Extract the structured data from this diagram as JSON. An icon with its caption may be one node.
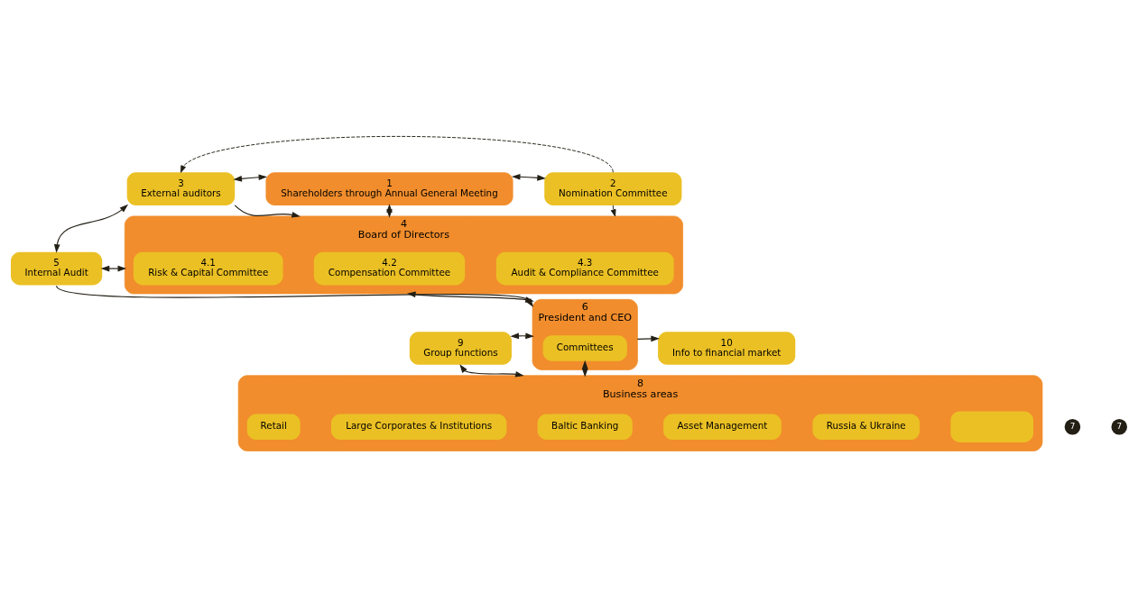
{
  "diagram": {
    "nodes": [
      {
        "text": [
          "1",
          "Shareholders through Annual General Meeting"
        ]
      },
      {
        "text": [
          "2",
          "Nomination Committee"
        ]
      },
      {
        "text": [
          "3",
          "External auditors"
        ]
      },
      {
        "text": [
          "4",
          "Board of Directors"
        ]
      },
      {
        "text": [
          "4.1",
          "Risk & Capital Committee"
        ],
        "in": 3
      },
      {
        "text": [
          "4.2",
          "Compensation Committee"
        ],
        "in": 3
      },
      {
        "text": [
          "4.3",
          "Audit & Compliance Committee"
        ],
        "in": 3
      },
      {
        "text": [
          "5",
          "Internal Audit"
        ]
      },
      {
        "text": [
          "6",
          "President and CEO"
        ]
      },
      {
        "text": [
          "Committees"
        ],
        "in": 8
      },
      {
        "text": [
          "9",
          "Group functions"
        ]
      },
      {
        "text": [
          "10",
          "Info to financial market"
        ]
      },
      {
        "text": [
          "8",
          "Business areas"
        ]
      },
      {
        "text": [
          "Retail"
        ],
        "in": 12
      },
      {
        "text": [
          "Large Corporates & Institutions"
        ],
        "in": 12
      },
      {
        "text": [
          "Baltic Banking"
        ],
        "in": 12
      },
      {
        "text": [
          "Asset Management"
        ],
        "in": 12
      },
      {
        "text": [
          "Russia & Ukraine"
        ],
        "in": 12
      },
      {
        "text": [],
        "shape": "box",
        "in": 12
      }
    ],
    "edges": [
      {
        "from": 2,
        "to": 0,
        "arrow": "both"
      },
      {
        "from": 0,
        "to": 1,
        "arrow": "both"
      },
      {
        "from": 1,
        "to": 2,
        "arrow": "to",
        "style": "dashed"
      },
      {
        "from": 1,
        "to": 3,
        "arrow": "to",
        "style": "dashed"
      },
      {
        "from": 2,
        "to": 3,
        "arrow": "to"
      },
      {
        "from": 0,
        "to": 3,
        "arrow": "both"
      },
      {
        "from": 2,
        "to": 7,
        "arrow": "both"
      },
      {
        "from": 7,
        "to": 3,
        "arrow": "both"
      },
      {
        "from": 7,
        "to": 8,
        "arrow": "to"
      },
      {
        "from": 3,
        "to": 8,
        "arrow": "both"
      },
      {
        "from": 10,
        "to": 8,
        "arrow": "both"
      },
      {
        "from": 8,
        "to": 11,
        "arrow": "to"
      },
      {
        "from": 10,
        "to": 12,
        "arrow": "both"
      },
      {
        "from": 9,
        "to": 12,
        "arrow": "both"
      }
    ],
    "labels": [
      "7",
      "7"
    ]
  }
}
